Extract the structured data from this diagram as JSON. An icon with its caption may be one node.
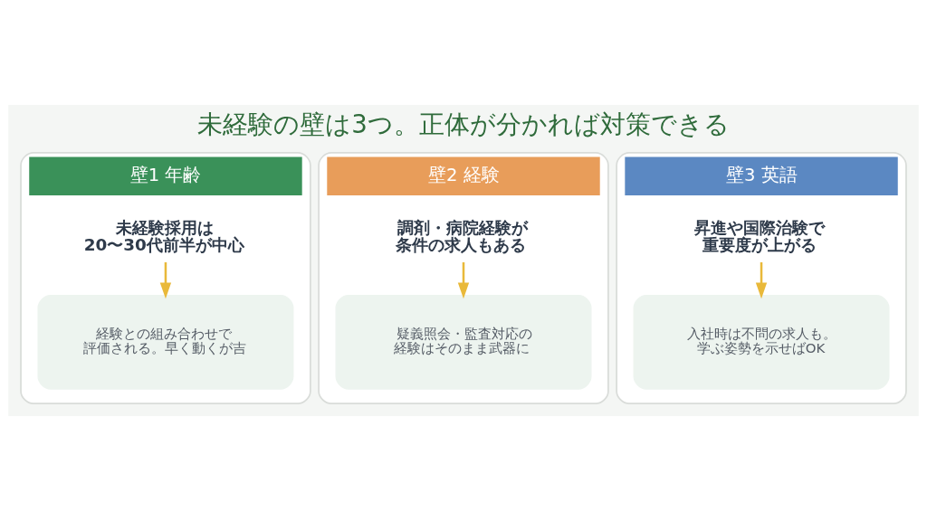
{
  "diagram": {
    "title": "未経験の壁は3つ。正体が分かれば対策できる",
    "nodes": [
      {
        "text": [
          "壁1 年齢"
        ]
      },
      {
        "text": [
          "未経験採用は20〜30代前半が中心"
        ],
        "in": 0
      },
      {
        "text": [
          "経験との組み合わせで評価される。早く動くが吉"
        ],
        "in": 0
      },
      {
        "text": [
          "壁2 経験"
        ]
      },
      {
        "text": [
          "調剤・病院経験が条件の求人もある"
        ],
        "in": 3
      },
      {
        "text": [
          "疑義照会・監査対応の経験はそのまま武器に"
        ],
        "in": 3
      },
      {
        "text": [
          "壁3 英語"
        ]
      },
      {
        "text": [
          "昇進や国際治験で重要度が上がる"
        ],
        "in": 6
      },
      {
        "text": [
          "入社時は不問の求人も。学ぶ姿勢を示せばOK"
        ],
        "in": 6
      }
    ],
    "edges": [
      {
        "from": 1,
        "to": 2,
        "arrow": "to"
      },
      {
        "from": 4,
        "to": 5,
        "arrow": "to"
      },
      {
        "from": 7,
        "to": 8,
        "arrow": "to"
      }
    ]
  }
}
